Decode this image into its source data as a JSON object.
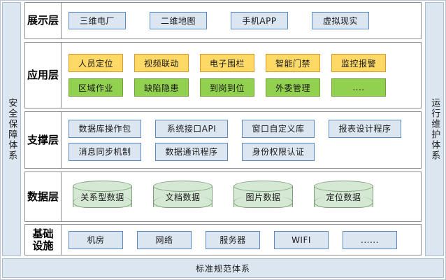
{
  "diagram": {
    "left_rail": {
      "label": "安全保障体系"
    },
    "right_rail": {
      "label": "运行维护体系"
    },
    "bottom_bar": {
      "label": "标准规范体系"
    },
    "layers": [
      {
        "key": "presentation",
        "title": "展示层",
        "rows": [
          {
            "style": "blue",
            "nodes": [
              "三维电厂",
              "二维地图",
              "手机APP",
              "虚拟现实"
            ]
          }
        ]
      },
      {
        "key": "application",
        "title": "应用层",
        "rows": [
          {
            "style": "orange",
            "nodes": [
              "人员定位",
              "视频联动",
              "电子围栏",
              "智能门禁",
              "监控报警"
            ]
          },
          {
            "style": "green",
            "nodes": [
              "区域作业",
              "缺陷隐患",
              "到岗到位",
              "外委管理",
              "...."
            ]
          }
        ]
      },
      {
        "key": "support",
        "title": "支撑层",
        "rows": [
          {
            "style": "blue",
            "nodes": [
              "数据库操作包",
              "系统接口API",
              "窗口自定义库",
              "报表设计程序"
            ]
          },
          {
            "style": "blue",
            "nodes": [
              "消息同步机制",
              "数据通讯程序",
              "身份权限认证"
            ]
          }
        ]
      },
      {
        "key": "data",
        "title": "数据层",
        "rows": [
          {
            "style": "cylinder",
            "nodes": [
              "关系型数据",
              "文档数据",
              "图片数据",
              "定位数据"
            ]
          }
        ]
      },
      {
        "key": "infrastructure",
        "title": "基础\n设施",
        "rows": [
          {
            "style": "blue",
            "nodes": [
              "机房",
              "网络",
              "服务器",
              "WIFI",
              "......"
            ]
          }
        ]
      }
    ]
  },
  "colors": {
    "panel_border": "#8d8d8d",
    "rail_fill": "#dce6f1",
    "rail_border": "#a9bdd4",
    "blue_fill": "#dce6f1",
    "blue_border": "#5b8bc0",
    "orange_fill": "#ffd966",
    "orange_border": "#d99b2b",
    "green_fill": "#92d050",
    "green_border": "#6f9e3a",
    "cylinder_fill": "#d5e8d4",
    "cylinder_border": "#7d9e78"
  }
}
